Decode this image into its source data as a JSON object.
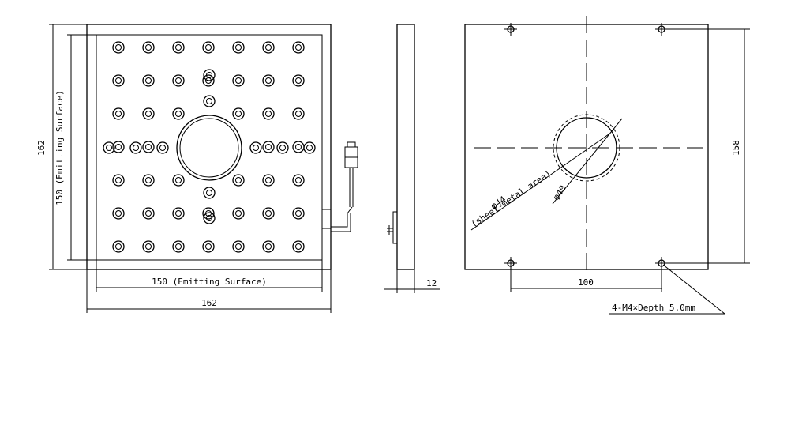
{
  "front_view": {
    "overall_width": "162",
    "overall_height": "162",
    "emitting_width": "150 (Emitting Surface)",
    "emitting_height": "150 (Emitting Surface)",
    "led_rows": 7,
    "led_cols": 7
  },
  "side_view": {
    "thickness": "12"
  },
  "back_view": {
    "height": "158",
    "hole_spacing": "100",
    "mount_note": "4-M4×Depth 5.0mm",
    "sheet_metal_dia": "φ44",
    "sheet_metal_note": "(sheet-metal area)",
    "hole_dia": "φ40"
  }
}
